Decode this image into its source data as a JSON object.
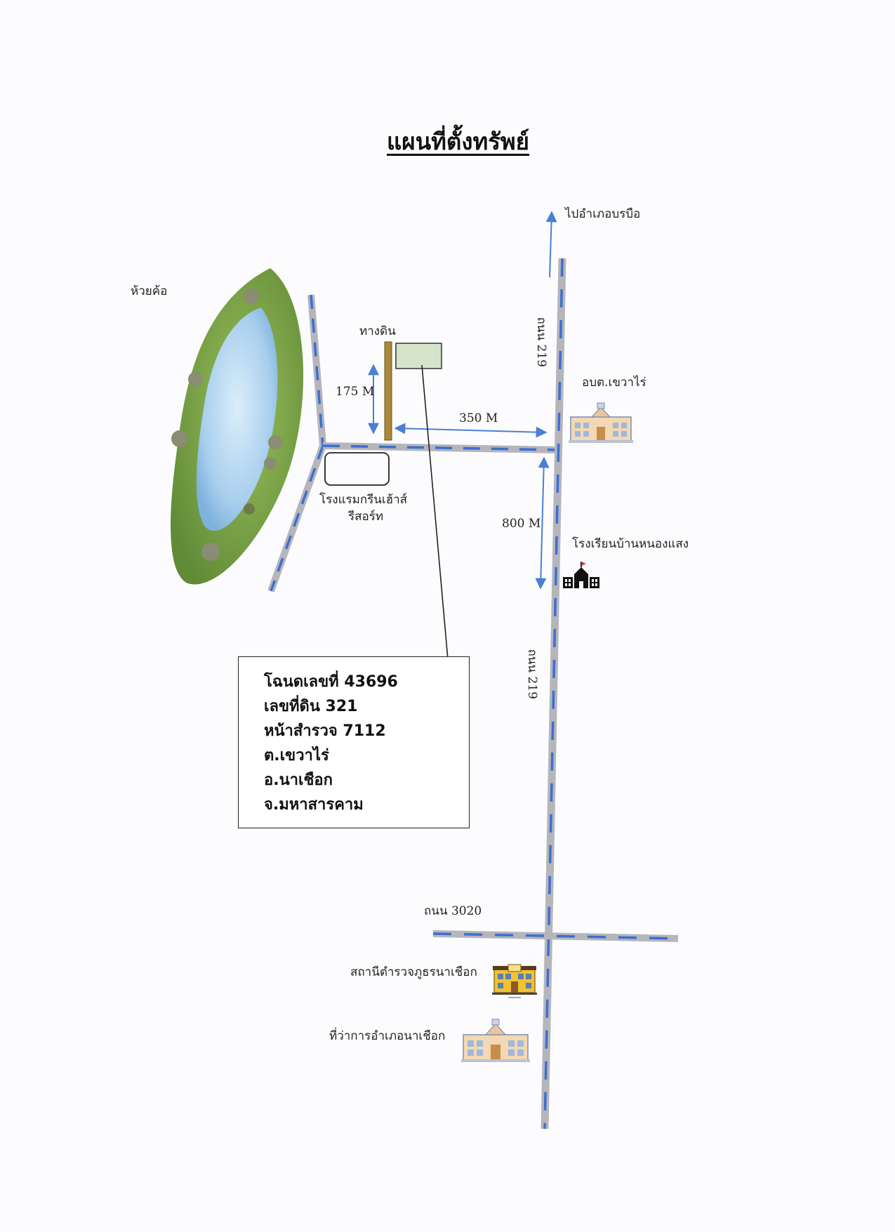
{
  "title": "แผนที่ตั้งทรัพย์",
  "labels": {
    "huai_kho": "ห้วยค้อ",
    "to_borabue": "ไปอำเภอบรบือ",
    "dirt_road": "ทางดิน",
    "road_219_top": "ถนน 219",
    "road_219_mid": "ถนน 219",
    "road_3020": "ถนน 3020",
    "sao_office": "อบต.เขวาไร่",
    "school": "โรงเรียนบ้านหนองแสง",
    "hotel_line1": "โรงแรมกรีนเฮ้าส์",
    "hotel_line2": "รีสอร์ท",
    "police": "สถานีตำรวจภูธรนาเชือก",
    "district_office": "ที่ว่าการอำเภอนาเชือก"
  },
  "distances": {
    "d_175": "175 M",
    "d_350": "350 M",
    "d_800": "800 M"
  },
  "deed": {
    "deed_no": "โฉนดเลขที่  43696",
    "land_no": "เลขที่ดิน   321",
    "survey": "หน้าสำรวจ  7112",
    "subdistrict": "ต.เขวาไร่",
    "district": "อ.นาเชือก",
    "province": "จ.มหาสารคาม"
  },
  "icons": {
    "pond": "pond-icon",
    "building": "building-icon",
    "school": "school-icon",
    "police": "police-station-icon"
  },
  "colors": {
    "road_gray": "#b5b5bb",
    "road_dash": "#3d6fd1",
    "arrow_blue": "#4a7fd4",
    "plot_fill": "#d7e4cc",
    "dirt_track": "#a88a3a",
    "grass": "#7ea04a",
    "water": "#b9d8f0"
  }
}
